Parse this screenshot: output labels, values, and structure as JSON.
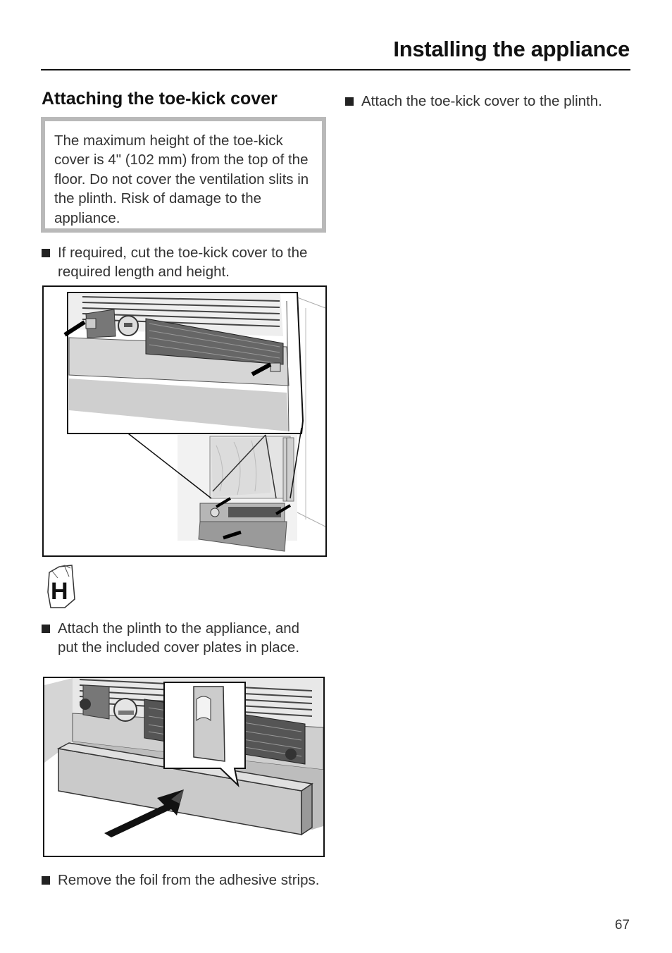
{
  "header": {
    "title": "Installing the appliance"
  },
  "section": {
    "title": "Attaching the toe-kick cover"
  },
  "warning": {
    "text": "The maximum height of the toe-kick cover is 4\" (102 mm) from the top of the floor. Do not cover the ventilation slits in the plinth. Risk of damage to the appliance."
  },
  "steps": [
    {
      "text": "If required, cut the toe-kick cover to the required length and height."
    },
    {
      "text": "Attach the plinth to the appliance, and put the included cover plates in place."
    },
    {
      "text": "Remove the foil from the adhesive strips."
    },
    {
      "text": "Attach the toe-kick cover to the plinth."
    }
  ],
  "language_icon": {
    "letter": "H",
    "icon": "language-h-icon"
  },
  "page_number": "67"
}
